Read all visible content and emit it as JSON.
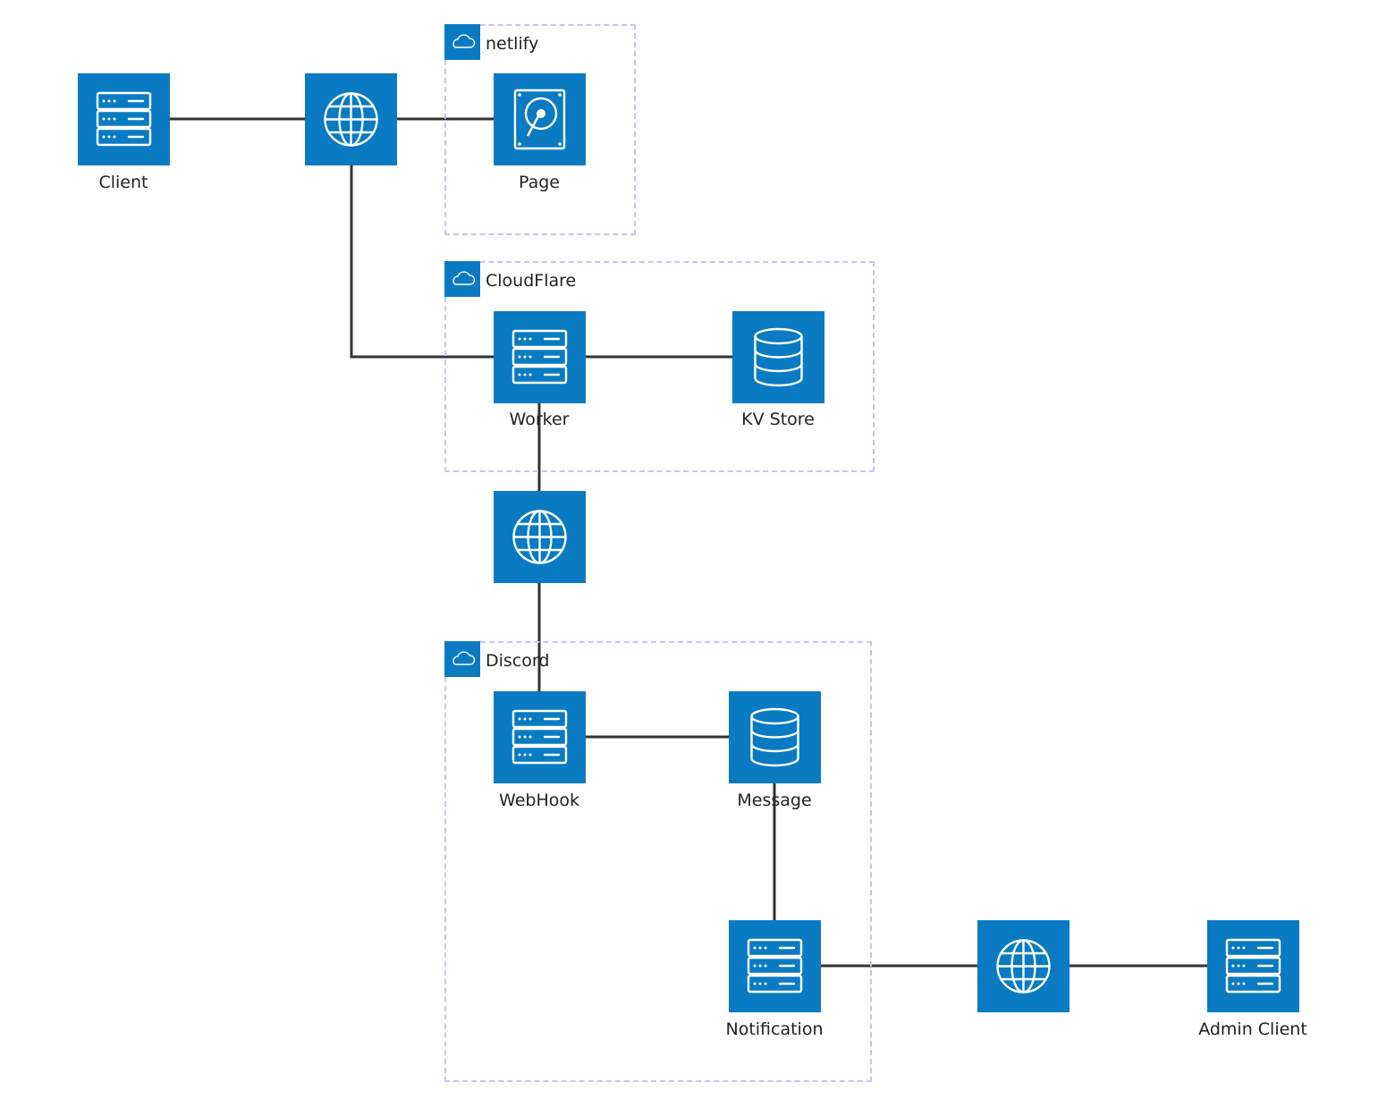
{
  "colors": {
    "node_fill": "#0a7bc2",
    "edge": "#333333",
    "group_border": "#c8c4ee",
    "icon": "#ffffff"
  },
  "groups": {
    "netlify": {
      "title": "netlify",
      "icon": "cloud-icon"
    },
    "cloudflare": {
      "title": "CloudFlare",
      "icon": "cloud-icon"
    },
    "discord": {
      "title": "Discord",
      "icon": "cloud-icon"
    }
  },
  "nodes": {
    "client": {
      "label": "Client",
      "icon": "server-icon"
    },
    "internet_1": {
      "label": "",
      "icon": "globe-icon"
    },
    "page": {
      "label": "Page",
      "icon": "disk-icon"
    },
    "worker": {
      "label": "Worker",
      "icon": "server-icon"
    },
    "kv_store": {
      "label": "KV Store",
      "icon": "database-icon"
    },
    "internet_2": {
      "label": "",
      "icon": "globe-icon"
    },
    "webhook": {
      "label": "WebHook",
      "icon": "server-icon"
    },
    "message": {
      "label": "Message",
      "icon": "database-icon"
    },
    "notification": {
      "label": "Notification",
      "icon": "server-icon"
    },
    "internet_3": {
      "label": "",
      "icon": "globe-icon"
    },
    "admin_client": {
      "label": "Admin Client",
      "icon": "server-icon"
    }
  }
}
